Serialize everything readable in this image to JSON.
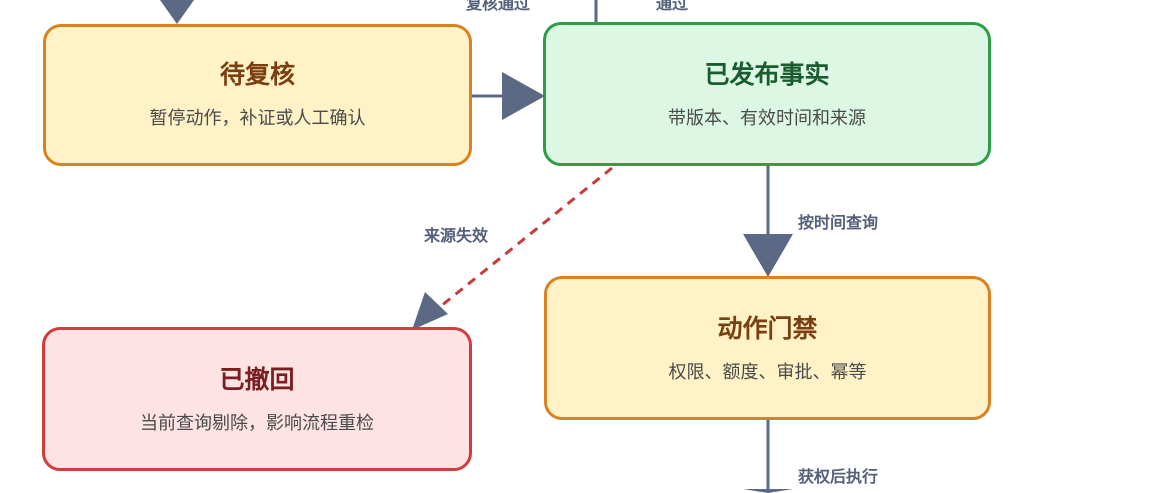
{
  "nodes": {
    "pending_review": {
      "title": "待复核",
      "subtitle": "暂停动作，补证或人工确认",
      "fill": "#fff2c6",
      "border": "#d8831f",
      "title_color": "#7a3e10"
    },
    "published_fact": {
      "title": "已发布事实",
      "subtitle": "带版本、有效时间和来源",
      "fill": "#ddf7e5",
      "border": "#2e9e46",
      "title_color": "#1a5c2d"
    },
    "action_gate": {
      "title": "动作门禁",
      "subtitle": "权限、额度、审批、幂等",
      "fill": "#fff2c6",
      "border": "#d8831f",
      "title_color": "#7a3e10"
    },
    "withdrawn": {
      "title": "已撤回",
      "subtitle": "当前查询剔除，影响流程重检",
      "fill": "#fde3e3",
      "border": "#d23c3c",
      "title_color": "#7a1f1f"
    }
  },
  "edges": {
    "review_passed": "复核通过",
    "passed": "通过",
    "source_invalid": "来源失效",
    "query_by_time": "按时间查询",
    "execute_after_auth": "获权后执行"
  },
  "colors": {
    "arrow": "#5b6984",
    "dashed": "#c83a3a"
  }
}
